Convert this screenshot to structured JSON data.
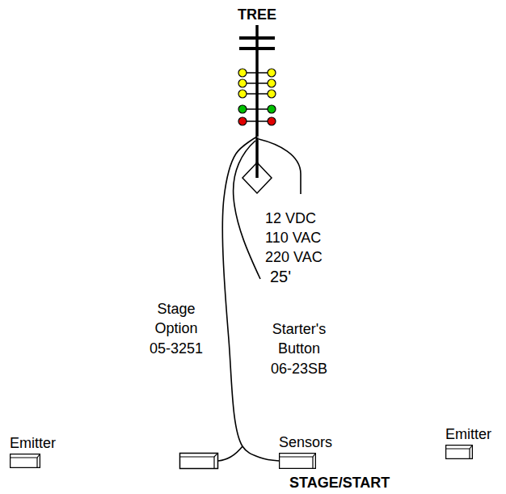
{
  "diagram": {
    "nodes": [
      {
        "text": [
          "TREE"
        ]
      },
      {
        "text": [
          "Emitter"
        ]
      },
      {
        "text": [
          "Sensors"
        ]
      },
      {
        "text": [
          "Emitter"
        ]
      }
    ],
    "edges": [
      {
        "from": 0,
        "to": 2,
        "arrow": "none"
      }
    ],
    "labels": [
      "12 VDC",
      "110 VAC",
      "220 VAC",
      "Stage Option",
      "05-3251",
      "25'",
      "Starter's Button",
      "06-23SB",
      "STAGE/START"
    ]
  }
}
